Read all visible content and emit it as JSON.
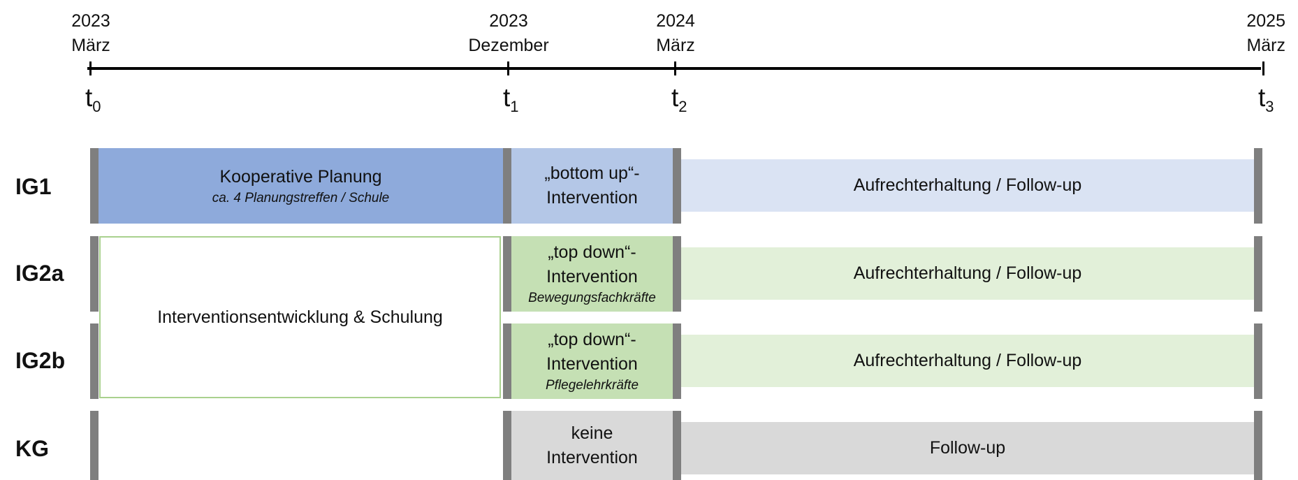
{
  "timeline": {
    "points": [
      {
        "year": "2023",
        "month": "März",
        "t": "t",
        "sub": "0"
      },
      {
        "year": "2023",
        "month": "Dezember",
        "t": "t",
        "sub": "1"
      },
      {
        "year": "2024",
        "month": "März",
        "t": "t",
        "sub": "2"
      },
      {
        "year": "2025",
        "month": "März",
        "t": "t",
        "sub": "3"
      }
    ]
  },
  "groups": {
    "ig1": "IG1",
    "ig2a": "IG2a",
    "ig2b": "IG2b",
    "kg": "KG"
  },
  "ig1": {
    "planning_title": "Kooperative Planung",
    "planning_sub": "ca. 4 Planungstreffen / Schule",
    "intervention_line1": "„bottom up“-",
    "intervention_line2": "Intervention",
    "followup": "Aufrechterhaltung / Follow-up"
  },
  "shared": {
    "development": "Interventionsentwicklung & Schulung"
  },
  "ig2a": {
    "intervention_line1": "„top down“-",
    "intervention_line2": "Intervention",
    "intervention_sub": "Bewegungsfachkräfte",
    "followup": "Aufrechterhaltung / Follow-up"
  },
  "ig2b": {
    "intervention_line1": "„top down“-",
    "intervention_line2": "Intervention",
    "intervention_sub": "Pflegelehrkräfte",
    "followup": "Aufrechterhaltung / Follow-up"
  },
  "kg": {
    "intervention_line1": "keine",
    "intervention_line2": "Intervention",
    "followup": "Follow-up"
  },
  "colors": {
    "ig1_planning": "#8eaadb",
    "ig1_intervention": "#b4c7e7",
    "ig1_followup": "#dae3f3",
    "ig2_intervention": "#c5e0b4",
    "ig2_followup": "#e2f0d9",
    "ig2_border": "#a9d18e",
    "kg_intervention": "#d9d9d9",
    "kg_followup": "#d9d9d9",
    "separator": "#7f7f7f"
  }
}
